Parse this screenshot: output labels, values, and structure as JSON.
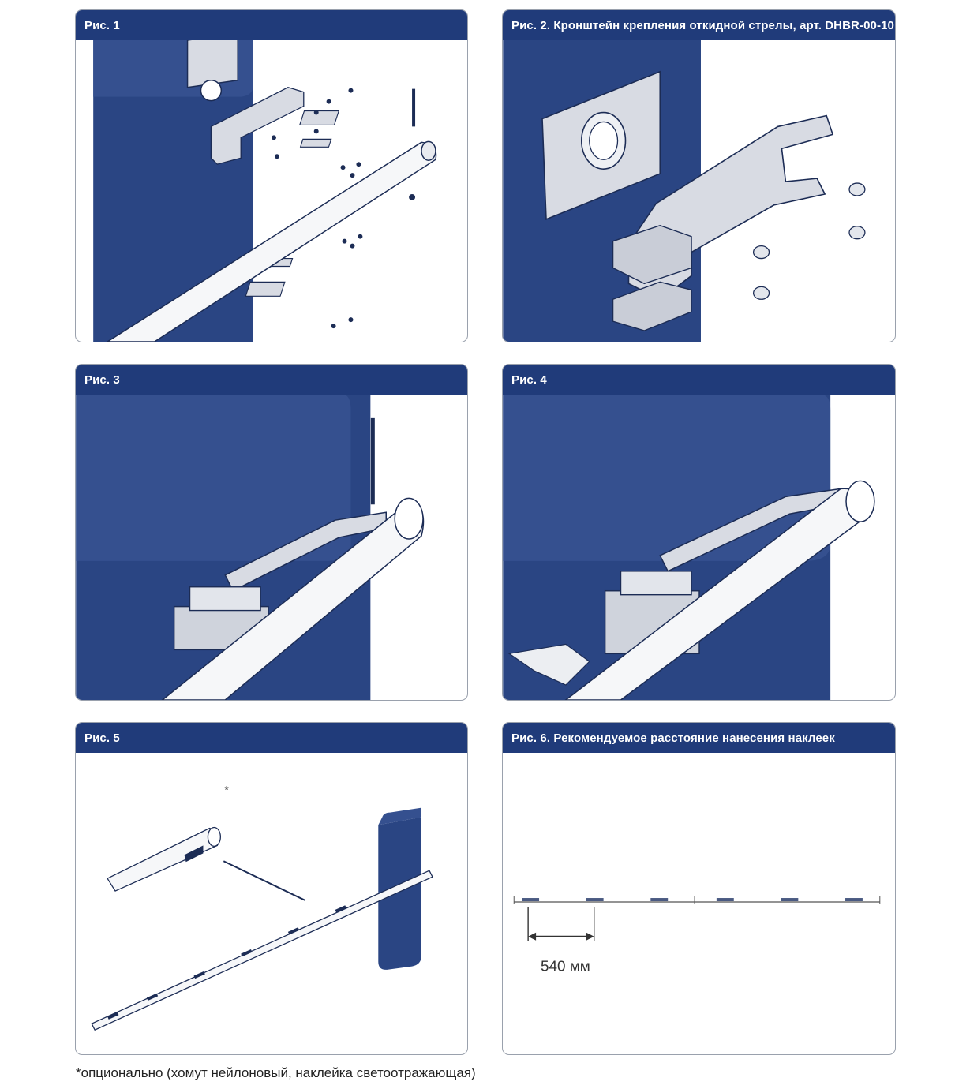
{
  "figures": [
    {
      "title": "Рис. 1"
    },
    {
      "title": "Рис. 2. Кронштейн крепления откидной стрелы, арт. DHBR-00-10"
    },
    {
      "title": "Рис. 3"
    },
    {
      "title": "Рис. 4"
    },
    {
      "title": "Рис. 5",
      "marker": "*"
    },
    {
      "title": "Рис. 6. Рекомендуемое расстояние нанесения наклеек",
      "dimension": "540 мм"
    }
  ],
  "footnote": "*опционально (хомут нейлоновый, наклейка светоотражающая)",
  "colors": {
    "header": "#203b7a",
    "cabinet": "#2a4583",
    "border": "#9aa1ad",
    "metal": "#d8dbe3"
  }
}
